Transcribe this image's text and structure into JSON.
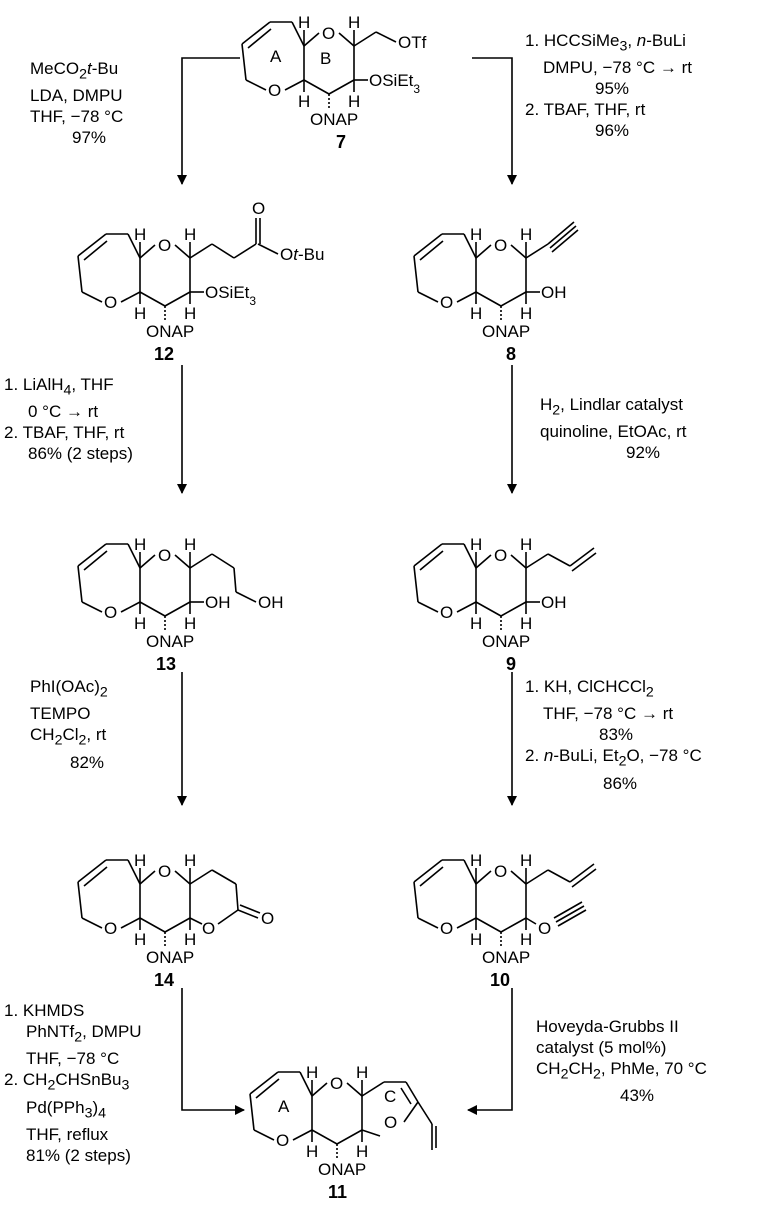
{
  "compounds": {
    "c7": "7",
    "c12": "12",
    "c8": "8",
    "c13": "13",
    "c9": "9",
    "c14": "14",
    "c10": "10",
    "c11": "11"
  },
  "atoms": {
    "H": "H",
    "O": "O",
    "OTf": "OTf",
    "OSiEt3": "OSiEt",
    "sub3": "3",
    "ONAP": "ONAP",
    "OH": "OH",
    "Ot": "O",
    "tBu": "t",
    "Bu": "-Bu",
    "ringA": "A",
    "ringB": "B",
    "ringC": "C"
  },
  "conditions": {
    "s1": [
      "MeCO",
      "2",
      "t",
      "-Bu",
      "LDA, DMPU",
      "THF, −78 °C",
      "97%"
    ],
    "s2": [
      "1. HCCSiMe",
      "3",
      ", ",
      "n",
      "-BuLi",
      "DMPU, −78 °C → rt",
      "95%",
      "2. TBAF, THF, rt",
      "96%"
    ],
    "s3": [
      "1. LiAlH",
      "4",
      ", THF",
      "0 °C → rt",
      "2. TBAF, THF, rt",
      "86% (2 steps)"
    ],
    "s4": [
      "H",
      "2",
      ", Lindlar catalyst",
      "quinoline, EtOAc, rt",
      "92%"
    ],
    "s5": [
      "PhI(OAc)",
      "2",
      "TEMPO",
      "CH",
      "2",
      "Cl",
      "2",
      ", rt",
      "82%"
    ],
    "s6": [
      "1. KH, ClCHCCl",
      "2",
      "THF, −78 °C → rt",
      "83%",
      "2. ",
      "n",
      "-BuLi, Et",
      "2",
      "O, −78 °C",
      "86%"
    ],
    "s7": [
      "1. KHMDS",
      "PhNTf",
      "2",
      ", DMPU",
      "THF, −78 °C",
      "2. CH",
      "2",
      "CHSnBu",
      "3",
      "Pd(PPh",
      "3",
      ")",
      "4",
      "THF, reflux",
      "81% (2 steps)"
    ],
    "s8": [
      "Hoveyda-Grubbs II",
      "catalyst  (5 mol%)",
      "CH",
      "2",
      "CH",
      "2",
      ", PhMe, 70 °C",
      "43%"
    ]
  }
}
